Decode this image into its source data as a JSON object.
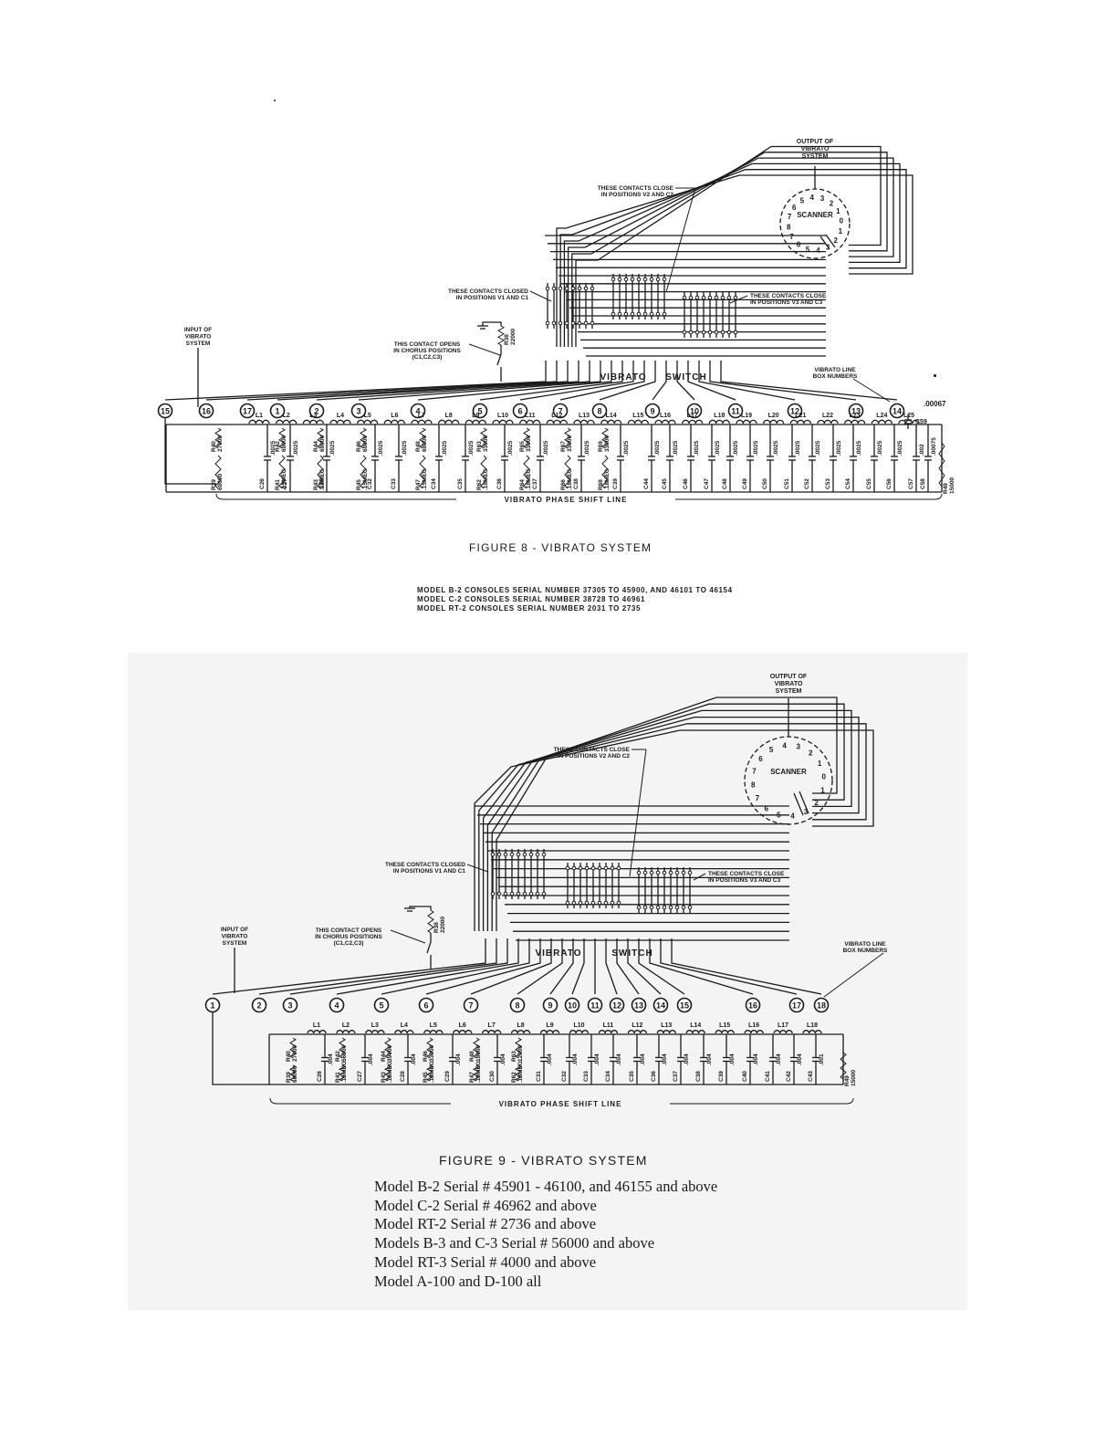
{
  "figure8": {
    "caption": "FIGURE 8 - VIBRATO SYSTEM",
    "output_label": [
      "OUTPUT OF",
      "VIBRATO",
      "SYSTEM"
    ],
    "input_label": [
      "INPUT OF",
      "VIBRATO",
      "SYSTEM"
    ],
    "scanner_label": "SCANNER",
    "scanner_numbers": [
      "6",
      "5",
      "4",
      "3",
      "2",
      "1",
      "0",
      "1",
      "2",
      "3",
      "4",
      "5",
      "6",
      "7",
      "8",
      "7"
    ],
    "contacts_v2": [
      "THESE CONTACTS CLOSE",
      "IN POSITIONS V2 AND C2"
    ],
    "contacts_v1": [
      "THESE CONTACTS CLOSED",
      "IN POSITIONS V1 AND C1"
    ],
    "contacts_v3": [
      "THESE CONTACTS CLOSE",
      "IN POSITIONS V3 AND C3"
    ],
    "chorus_contact": [
      "THIS CONTACT OPENS",
      "IN CHORUS POSITIONS",
      "(C1,C2,C3)"
    ],
    "r38": [
      "R38",
      "22000"
    ],
    "switch_vibrato": "VIBRATO",
    "switch_switch": "SWITCH",
    "box_numbers_label": [
      "VIBRATO LINE",
      "BOX NUMBERS"
    ],
    "box_numbers": [
      "15",
      "16",
      "17",
      "1",
      "2",
      "3",
      "4",
      "5",
      "6",
      "7",
      "8",
      "9",
      "10",
      "11",
      "12",
      "13",
      "14"
    ],
    "c59_value": ".00067",
    "c59": "C59",
    "inductors": [
      "L1",
      "L2",
      "L3",
      "L4",
      "L5",
      "L6",
      "L7",
      "L8",
      "L9",
      "L10",
      "L11",
      "L12",
      "L13",
      "L14",
      "L15",
      "L16",
      "L17",
      "L18",
      "L19",
      "L20",
      "L21",
      "L22",
      "L23",
      "L24",
      "L25"
    ],
    "capacitors": [
      "C26",
      "C27",
      "C28",
      "C32",
      "C33",
      "C34",
      "C35",
      "C36",
      "C37",
      "C38",
      "C39",
      "C44",
      "C45",
      "C46",
      "C47",
      "C48",
      "C49",
      "C50",
      "C51",
      "C52",
      "C53",
      "C54",
      "C55",
      "C56",
      "C57",
      "C58"
    ],
    "capacitor_values": [
      ".0025",
      ".0025",
      ".0025",
      ".0025",
      ".0025",
      ".0025",
      ".0025",
      ".0025",
      ".0025",
      ".0025",
      ".0025",
      ".0025",
      ".0025",
      ".0025",
      ".0025",
      ".0025",
      ".0025",
      ".0025",
      ".0025",
      ".0025",
      ".0025",
      ".0025",
      ".0025",
      ".0025",
      ".002",
      ".00075"
    ],
    "resistors_top": [
      "R40 27000",
      "R42 68000",
      "R44 68000",
      "R46 68000",
      "R48 68000",
      "R63 33000",
      "R65 33000",
      "R67 33000",
      "R69 33000"
    ],
    "resistors_bottom": [
      "R39 68000",
      "R41 .15MEG",
      "R43 .18MEG",
      "R45 .15MEG",
      "R47 .15MEG",
      "R62 .18MEG",
      "R64 .18MEG",
      "R66 .18MEG",
      "R68 .18MEG"
    ],
    "r49": [
      "R49",
      "15000"
    ],
    "line_label": "VIBRATO PHASE SHIFT LINE",
    "models": [
      "MODEL B-2 CONSOLES SERIAL NUMBER 37305 TO 45900, AND 46101 TO 46154",
      "MODEL C-2 CONSOLES SERIAL NUMBER 38728 TO 46961",
      "MODEL RT-2 CONSOLES SERIAL NUMBER 2031 TO 2735"
    ]
  },
  "figure9": {
    "caption": "FIGURE 9 - VIBRATO SYSTEM",
    "output_label": [
      "OUTPUT OF",
      "VIBRATO",
      "SYSTEM"
    ],
    "input_label": [
      "INPUT OF",
      "VIBRATO",
      "SYSTEM"
    ],
    "scanner_label": "SCANNER",
    "scanner_numbers": [
      "6",
      "5",
      "4",
      "3",
      "2",
      "1",
      "0",
      "1",
      "2",
      "3",
      "4",
      "5",
      "6",
      "7",
      "8",
      "7"
    ],
    "contacts_v2": [
      "THESE CONTACTS CLOSE",
      "IN POSITIONS V2 AND C2"
    ],
    "contacts_v1": [
      "THESE CONTACTS CLOSED",
      "IN POSITIONS V1 AND C1"
    ],
    "contacts_v3": [
      "THESE CONTACTS CLOSE",
      "IN POSITIONS V3 AND C3"
    ],
    "chorus_contact": [
      "THIS CONTACT OPENS",
      "IN CHORUS POSITIONS",
      "(C1,C2,C3)"
    ],
    "r38": [
      "R38",
      "22000"
    ],
    "switch_vibrato": "VIBRATO",
    "switch_switch": "SWITCH",
    "box_numbers_label": [
      "VIBRATO LINE",
      "BOX NUMBERS"
    ],
    "box_numbers": [
      "1",
      "2",
      "3",
      "4",
      "5",
      "6",
      "7",
      "8",
      "9",
      "10",
      "11",
      "12",
      "13",
      "14",
      "15",
      "16",
      "17",
      "18"
    ],
    "inductors": [
      "L1",
      "L2",
      "L3",
      "L4",
      "L5",
      "L6",
      "L7",
      "L8",
      "L9",
      "L10",
      "L11",
      "L12",
      "L13",
      "L14",
      "L15",
      "L16",
      "L17",
      "L18"
    ],
    "capacitors": [
      "C26",
      "C27",
      "C28",
      "C29",
      "C30",
      "C31",
      "C32",
      "C33",
      "C34",
      "C35",
      "C36",
      "C37",
      "C38",
      "C39",
      "C40",
      "C41",
      "C42",
      "C43"
    ],
    "capacitor_values": [
      ".004",
      ".004",
      ".004",
      ".004",
      ".004",
      ".004",
      ".004",
      ".004",
      ".004",
      ".004",
      ".004",
      ".004",
      ".004",
      ".004",
      ".004",
      ".004",
      ".004",
      ".001"
    ],
    "resistors_top": [
      "R40 27000",
      "R42 56000",
      "R44 39000",
      "R46 33000",
      "R48 18000",
      "R63 12000"
    ],
    "resistors_bottom": [
      "R39 68000",
      "R41 .15MEG",
      "R43 .15MEG",
      "R45 .18MEG",
      "R47 .18MEG",
      "R62 .18MEG"
    ],
    "r49": [
      "R49",
      "15000"
    ],
    "line_label": "VIBRATO PHASE SHIFT LINE",
    "models": [
      "Model B-2 Serial # 45901 - 46100, and 46155 and above",
      "Model C-2 Serial # 46962 and above",
      "Model RT-2 Serial # 2736 and above",
      "Models B-3 and C-3 Serial # 56000 and above",
      "Model RT-3 Serial # 4000 and above",
      "Model A-100 and D-100 all"
    ]
  }
}
